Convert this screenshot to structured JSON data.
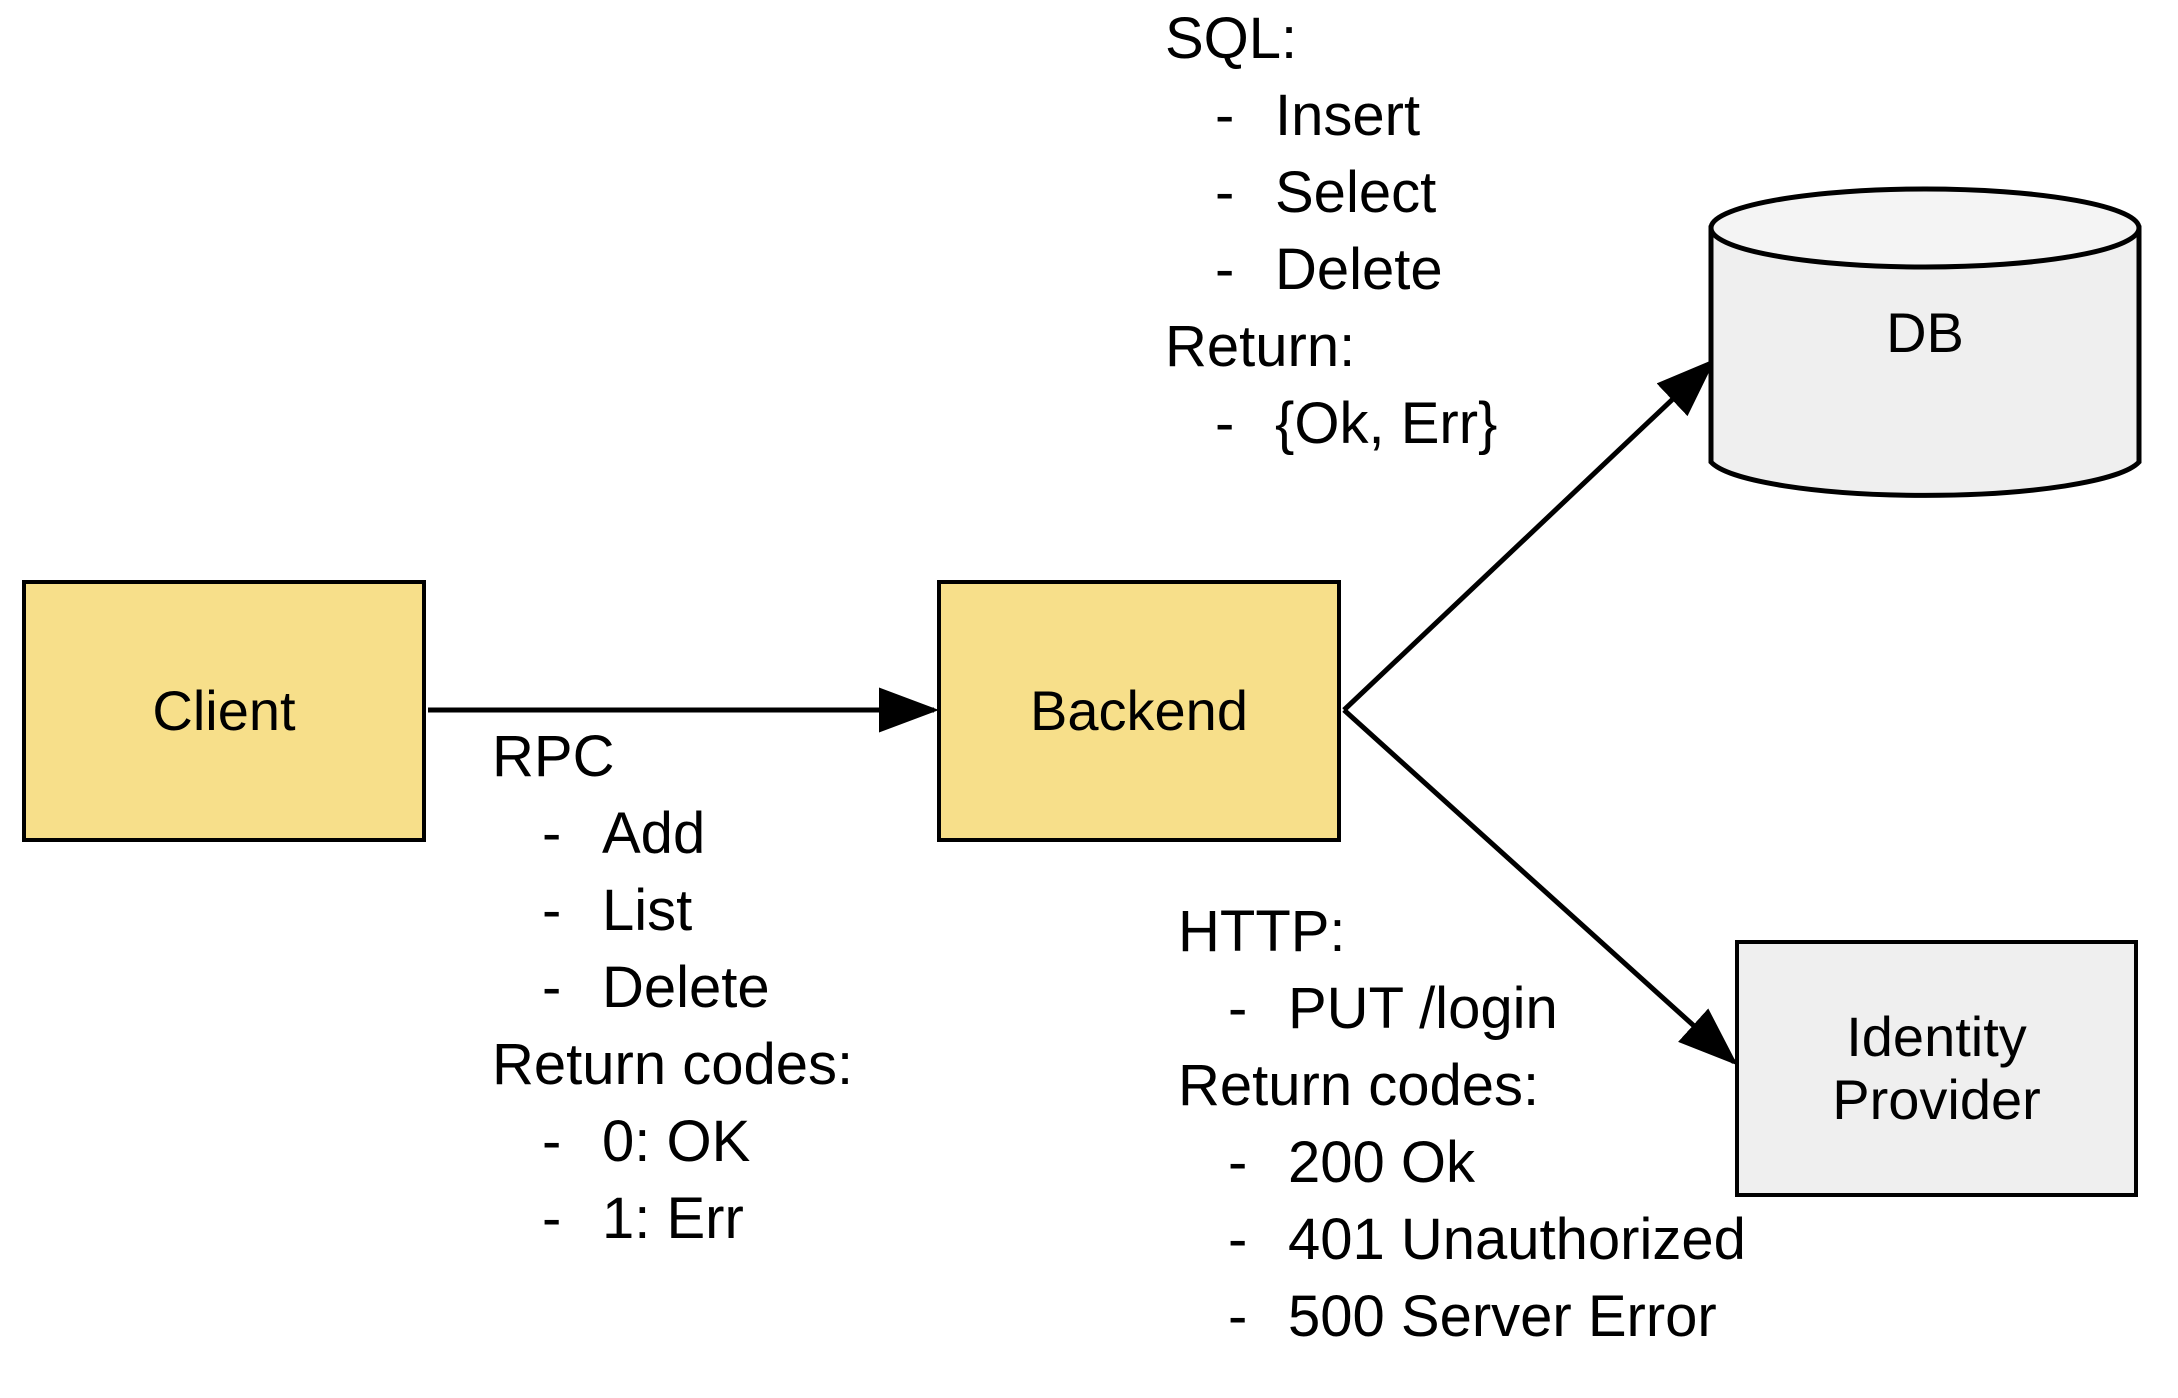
{
  "diagram": {
    "title": "Client Backend DB Identity Provider architecture",
    "colors": {
      "node_yellow": "#F7DF8A",
      "node_gray": "#EFEFEF",
      "stroke": "#000000",
      "background": "#FFFFFF"
    }
  },
  "nodes": {
    "client": {
      "label": "Client",
      "shape": "rectangle",
      "fill": "#F7DF8A"
    },
    "backend": {
      "label": "Backend",
      "shape": "rectangle",
      "fill": "#F7DF8A"
    },
    "db": {
      "label": "DB",
      "shape": "cylinder",
      "fill": "#EFEFEF"
    },
    "identity_provider": {
      "label": "Identity\nProvider",
      "shape": "rectangle",
      "fill": "#EFEFEF"
    }
  },
  "annotations": {
    "rpc": {
      "heading": "RPC",
      "items": [
        {
          "bullet": "-",
          "text": "Add"
        },
        {
          "bullet": "-",
          "text": "List"
        },
        {
          "bullet": "-",
          "text": "Delete"
        }
      ],
      "sub_heading": "Return codes:",
      "sub_items": [
        {
          "bullet": "-",
          "text": "0: OK"
        },
        {
          "bullet": "-",
          "text": "1: Err"
        }
      ]
    },
    "sql": {
      "heading": "SQL:",
      "items": [
        {
          "bullet": "-",
          "text": "Insert"
        },
        {
          "bullet": "-",
          "text": "Select"
        },
        {
          "bullet": "-",
          "text": "Delete"
        }
      ],
      "sub_heading": "Return:",
      "sub_items": [
        {
          "bullet": "-",
          "text": "{Ok, Err}"
        }
      ]
    },
    "http": {
      "heading": "HTTP:",
      "items": [
        {
          "bullet": "-",
          "text": "PUT /login"
        }
      ],
      "sub_heading": "Return codes:",
      "sub_items": [
        {
          "bullet": "-",
          "text": "200 Ok"
        },
        {
          "bullet": "-",
          "text": "401 Unauthorized"
        },
        {
          "bullet": "-",
          "text": "500 Server Error"
        }
      ]
    }
  },
  "edges": [
    {
      "from": "client",
      "to": "backend",
      "label": "RPC"
    },
    {
      "from": "backend",
      "to": "db",
      "label": "SQL"
    },
    {
      "from": "backend",
      "to": "identity_provider",
      "label": "HTTP"
    }
  ]
}
